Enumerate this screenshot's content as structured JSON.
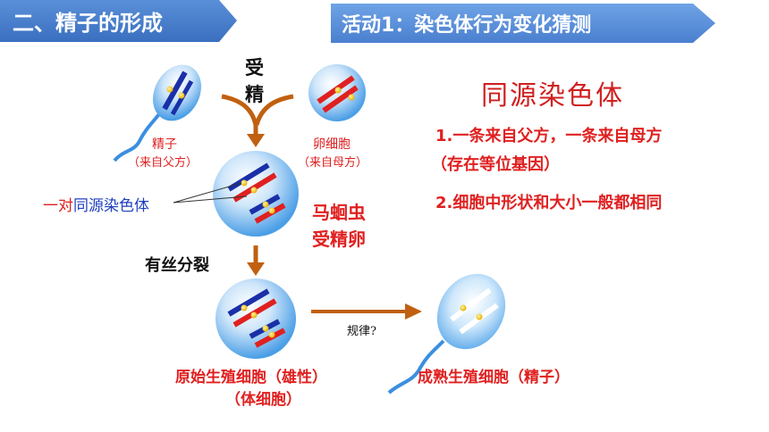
{
  "header": {
    "section_title": "二、精子的形成",
    "activity_title": "活动1：染色体行为变化猜测"
  },
  "diagram": {
    "fertilization_label_top": "受",
    "fertilization_label_bottom": "精",
    "sperm_label": "精子",
    "sperm_origin": "（来自父方）",
    "egg_label": "卵细胞",
    "egg_origin": "（来自母方）",
    "homologous_pair_prefix": "一对",
    "homologous_pair_term": "同源染色体",
    "zygote_label_line1": "马蛔虫",
    "zygote_label_line2": "受精卵",
    "mitosis_label": "有丝分裂",
    "primordial_cell_label": "原始生殖细胞（雄性）",
    "somatic_cell_label": "（体细胞）",
    "pattern_question": "规律?",
    "mature_cell_label": "成熟生殖细胞（精子）"
  },
  "definition": {
    "title": "同源染色体",
    "point1_line1": "1.一条来自父方，一条来自母方",
    "point1_line2": "（存在等位基因）",
    "point2": "2.细胞中形状和大小一般都相同"
  },
  "colors": {
    "banner_blue": "#4a7fcf",
    "paternal_chromosome": "#1a2fa8",
    "maternal_chromosome": "#e02020",
    "arrow_brown": "#c06010",
    "label_red": "#e02020"
  }
}
